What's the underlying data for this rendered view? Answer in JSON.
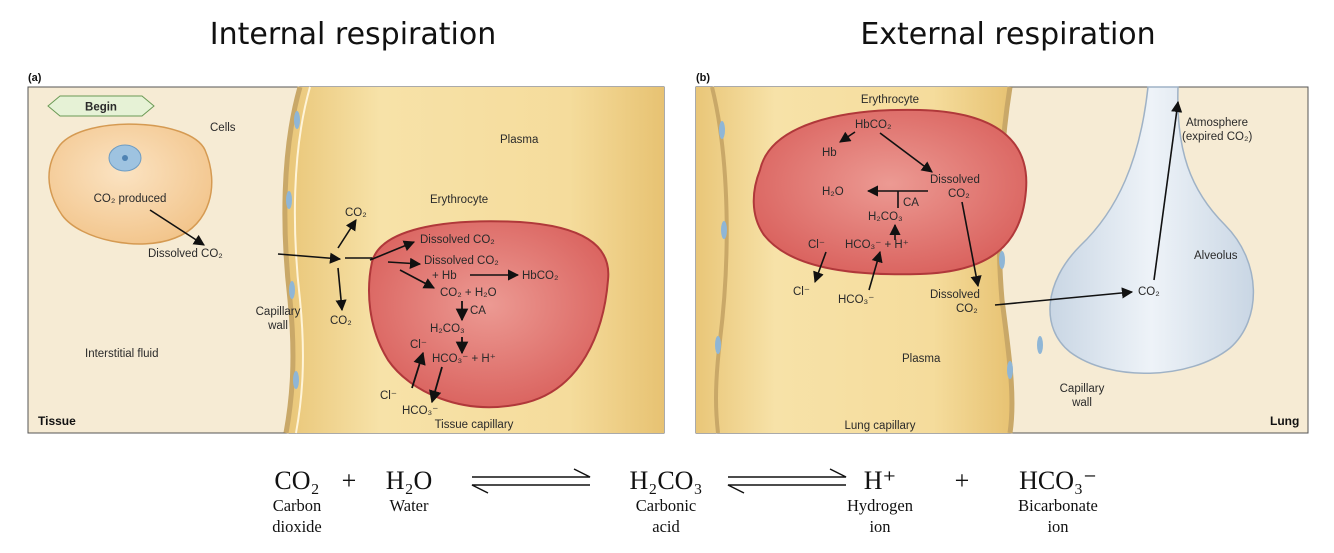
{
  "titles": {
    "internal": "Internal respiration",
    "external": "External respiration"
  },
  "panel_a": {
    "tag": "(a)",
    "begin": "Begin",
    "cells": "Cells",
    "co2_produced": "CO₂ produced",
    "dissolved_co2": "Dissolved CO₂",
    "plasma": "Plasma",
    "erythrocyte": "Erythrocyte",
    "co2_up": "CO₂",
    "co2_down": "CO₂",
    "capillary_wall_1": "Capillary",
    "capillary_wall_2": "wall",
    "interstitial_fluid": "Interstitial fluid",
    "tissue": "Tissue",
    "tissue_capillary": "Tissue capillary",
    "rbc": {
      "dissolved_co2": "Dissolved CO₂",
      "dissolved_co2_hb": "Dissolved CO₂",
      "plus_hb": "+ Hb",
      "hbco2": "HbCO₂",
      "co2_h2o": "CO₂ + H₂O",
      "ca": "CA",
      "h2co3": "H₂CO₃",
      "cl": "Cl⁻",
      "hco3_h": "HCO₃⁻ + H⁺"
    },
    "cl_out": "Cl⁻",
    "hco3_out": "HCO₃⁻"
  },
  "panel_b": {
    "tag": "(b)",
    "erythrocyte": "Erythrocyte",
    "atmosphere_1": "Atmosphere",
    "atmosphere_2": "(expired CO₂)",
    "alveolus": "Alveolus",
    "plasma": "Plasma",
    "capillary_wall_1": "Capillary",
    "capillary_wall_2": "wall",
    "lung": "Lung",
    "lung_capillary": "Lung capillary",
    "co2": "CO₂",
    "dissolved_1": "Dissolved",
    "dissolved_2": "CO₂",
    "rbc": {
      "hbco2": "HbCO₂",
      "hb": "Hb",
      "dissolved_1": "Dissolved",
      "dissolved_2": "CO₂",
      "h2o": "H₂O",
      "ca": "CA",
      "h2co3": "H₂CO₃",
      "cl": "Cl⁻",
      "hco3_h": "HCO₃⁻ + H⁺"
    },
    "cl_out": "Cl⁻",
    "hco3_in": "HCO₃⁻"
  },
  "equation": {
    "co2": "CO₂",
    "plus1": "+",
    "h2o": "H₂O",
    "h2co3": "H₂CO₃",
    "hplus": "H⁺",
    "plus2": "+",
    "hco3": "HCO₃⁻",
    "co2_name_1": "Carbon",
    "co2_name_2": "dioxide",
    "h2o_name": "Water",
    "h2co3_name_1": "Carbonic",
    "h2co3_name_2": "acid",
    "h_name_1": "Hydrogen",
    "h_name_2": "ion",
    "hco3_name_1": "Bicarbonate",
    "hco3_name_2": "ion"
  },
  "colors": {
    "tissue_bg": "#f6ebd4",
    "capillary": "#f3d995",
    "rbc_fill": "#e07c78",
    "rbc_stroke": "#b0383a",
    "cell_fill": "#f5cf9c",
    "alveolus": "#dce6f0",
    "nucleus": "#8fb6d6"
  }
}
